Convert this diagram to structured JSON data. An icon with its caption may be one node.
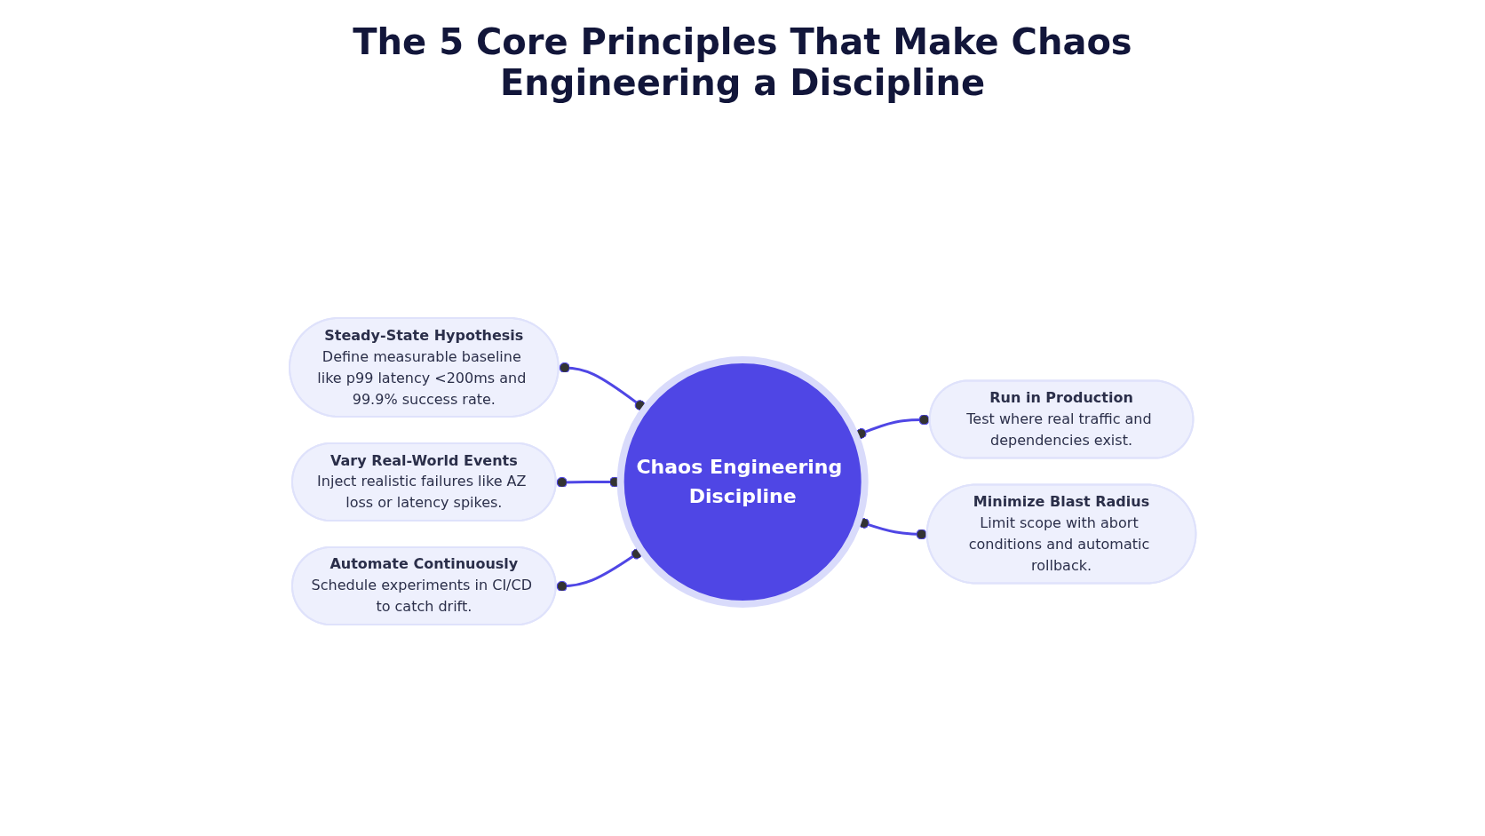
{
  "diagram": {
    "title": "The 5 Core Principles That Make Chaos Engineering a Discipline",
    "nodes": [
      {
        "text": [
          "Steady-State Hypothesis",
          "Define measurable baseline like p99 latency <200ms and 99.9% success rate."
        ]
      },
      {
        "text": [
          "Vary Real-World Events",
          "Inject realistic failures like AZ loss or latency spikes."
        ]
      },
      {
        "text": [
          "Chaos Engineering Discipline"
        ]
      },
      {
        "text": [
          "Run in Production",
          "Test where real traffic and dependencies exist."
        ]
      },
      {
        "text": [
          "Automate Continuously",
          "Schedule experiments in CI/CD to catch drift."
        ]
      },
      {
        "text": [
          "Minimize Blast Radius",
          "Limit scope with abort conditions and automatic rollback."
        ]
      }
    ],
    "edges": [
      {
        "from": 0,
        "to": 2,
        "arrow": "other"
      },
      {
        "from": 1,
        "to": 2,
        "arrow": "other"
      },
      {
        "from": 2,
        "to": 3,
        "arrow": "other"
      },
      {
        "from": 4,
        "to": 2,
        "arrow": "other"
      },
      {
        "from": 2,
        "to": 5,
        "arrow": "other"
      }
    ]
  }
}
